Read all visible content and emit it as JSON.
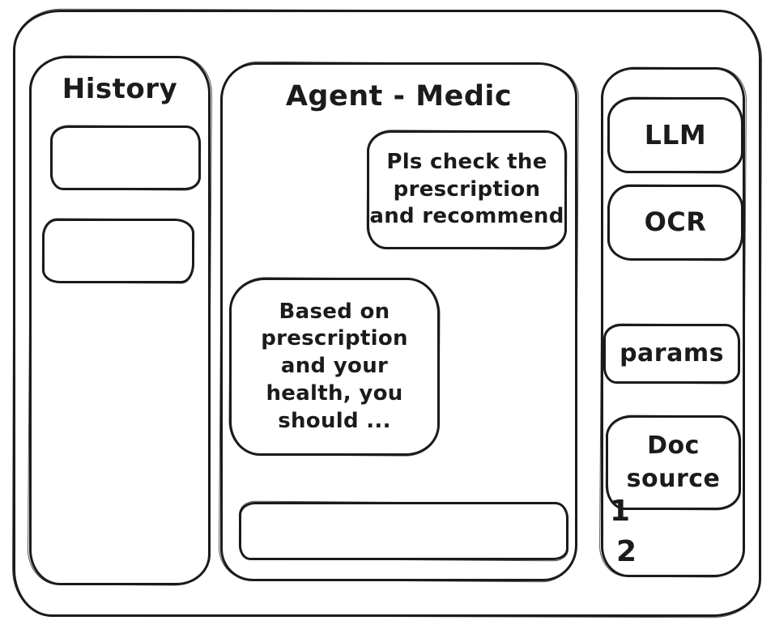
{
  "colors": {
    "ink": "#1b1b1b",
    "background": "#ffffff"
  },
  "history_panel": {
    "title": "History",
    "items": [
      {
        "label": ""
      },
      {
        "label": ""
      }
    ]
  },
  "chat_panel": {
    "title": "Agent - Medic",
    "messages": [
      {
        "role": "user",
        "text": "Pls check the\nprescription\nand recommend"
      },
      {
        "role": "assistant",
        "text": "Based on\nprescription\nand your\nhealth, you\nshould ..."
      }
    ],
    "input": {
      "value": "",
      "placeholder": ""
    }
  },
  "tools_panel": {
    "buttons": [
      {
        "label": "LLM"
      },
      {
        "label": "OCR"
      },
      {
        "label": "params"
      },
      {
        "label": "Doc\nsource"
      }
    ],
    "annotations": [
      "1",
      "2"
    ]
  }
}
